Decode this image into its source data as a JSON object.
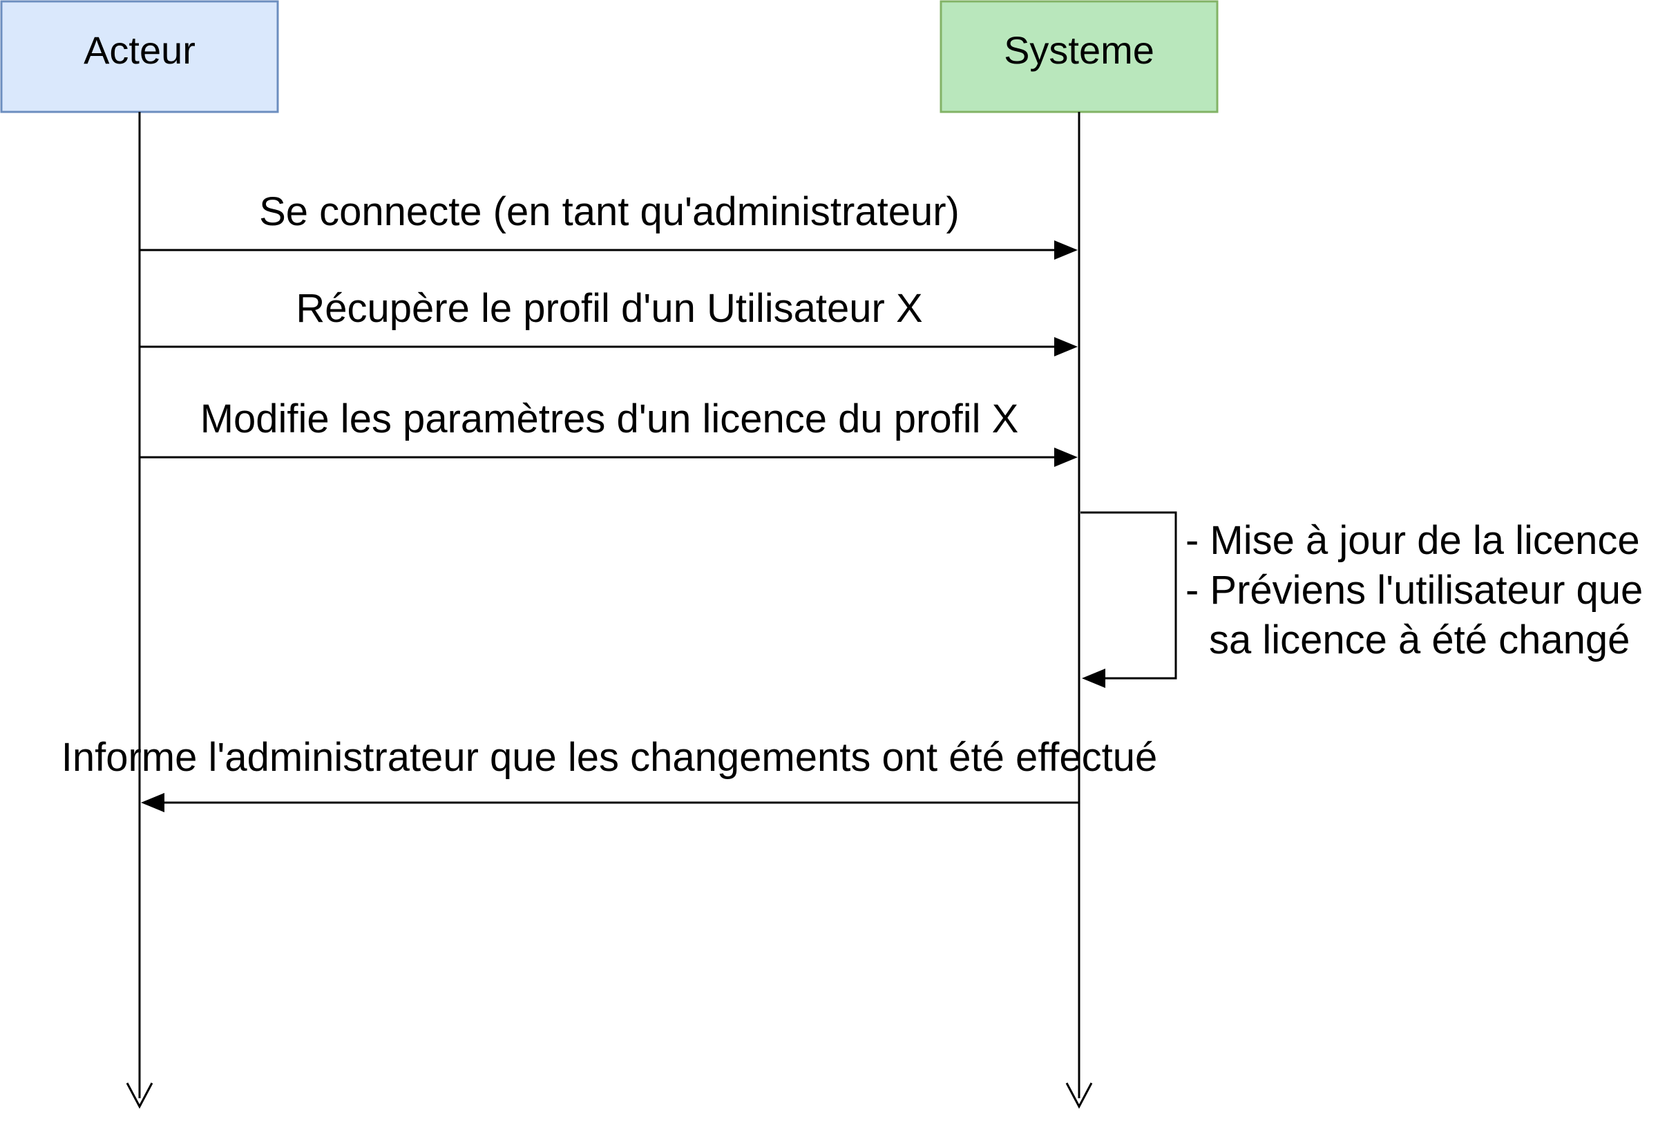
{
  "participants": {
    "actor": {
      "label": "Acteur",
      "fill": "#dae8fc",
      "stroke": "#6c8ebf"
    },
    "system": {
      "label": "Systeme",
      "fill": "#b9e7bc",
      "stroke": "#82b366"
    }
  },
  "messages": [
    {
      "label": "Se connecte (en tant qu'administrateur)",
      "from": "Acteur",
      "to": "Systeme"
    },
    {
      "label": "Récupère le profil d'un Utilisateur X",
      "from": "Acteur",
      "to": "Systeme"
    },
    {
      "label": "Modifie les paramètres d'un licence du profil X",
      "from": "Acteur",
      "to": "Systeme"
    },
    {
      "label": "Informe l'administrateur que les changements ont été effectué",
      "from": "Systeme",
      "to": "Acteur"
    }
  ],
  "self_message": {
    "lines": [
      "- Mise à jour de la licence",
      "- Préviens l'utilisateur que",
      "sa licence à été changé"
    ]
  }
}
